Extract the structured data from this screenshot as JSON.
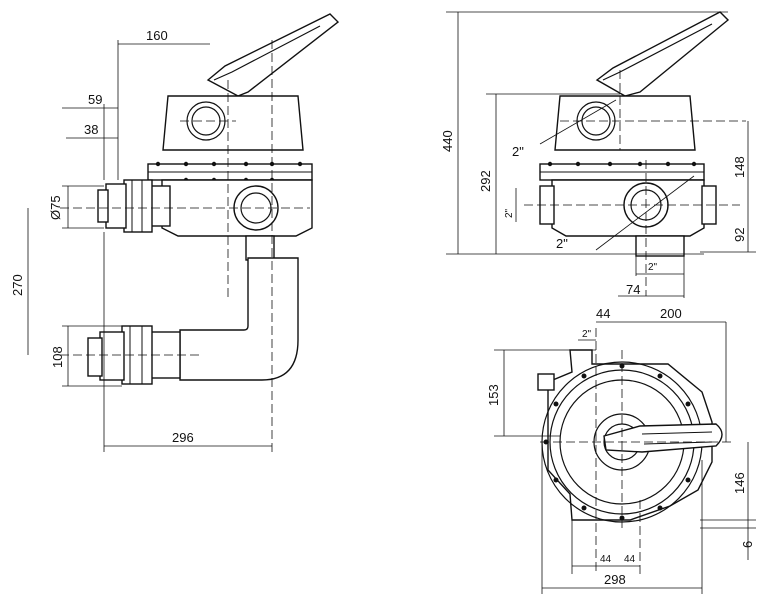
{
  "side_view": {
    "dim_160": "160",
    "dim_59": "59",
    "dim_38": "38",
    "dim_75": "Ø75",
    "dim_270": "270",
    "dim_108": "108",
    "dim_296": "296"
  },
  "front_view": {
    "dim_440": "440",
    "dim_292": "292",
    "dim_148": "148",
    "dim_92": "92",
    "dim_2in_top": "2\"",
    "dim_2in_left": "2\"",
    "dim_2in_mid": "2\"",
    "dim_2in_bottom": "2\"",
    "dim_74": "74"
  },
  "top_view": {
    "dim_44_top": "44",
    "dim_200": "200",
    "dim_2in": "2\"",
    "dim_153": "153",
    "dim_146": "146",
    "dim_6": "6",
    "dim_44_left": "44",
    "dim_44_right": "44",
    "dim_298": "298"
  }
}
